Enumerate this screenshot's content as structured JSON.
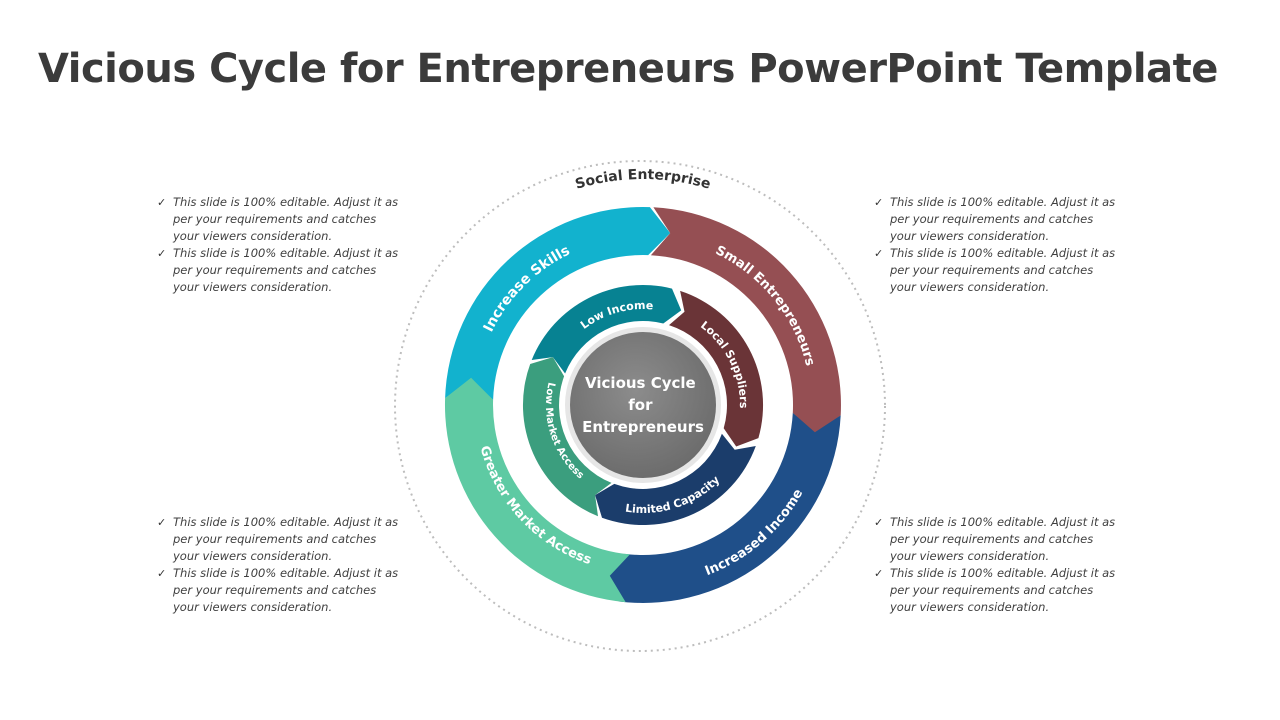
{
  "title": "Vicious Cycle for Entrepreneurs PowerPoint Template",
  "diagram": {
    "outer_ring_label": "Social Enterprise",
    "center_label_lines": [
      "Vicious Cycle",
      "for",
      "Entrepreneurs"
    ],
    "outer_segments": [
      {
        "label": "Increase Skills",
        "color": "#12B2CE"
      },
      {
        "label": "Small Entrepreneurs",
        "color": "#954F53"
      },
      {
        "label": "Increased Income",
        "color": "#1F4F89"
      },
      {
        "label": "Greater Market Access",
        "color": "#5ECAA3"
      }
    ],
    "inner_segments": [
      {
        "label": "Low Income",
        "color": "#078292"
      },
      {
        "label": "Local Suppliers",
        "color": "#6A3437"
      },
      {
        "label": "Limited Capacity",
        "color": "#1B3D6B"
      },
      {
        "label": "Low Market Access",
        "color": "#3B9E7E"
      }
    ],
    "center_color": "#7a7a7a"
  },
  "notes": {
    "top_left": [
      "This slide is 100% editable. Adjust it as per your requirements and catches your viewers consideration.",
      "This slide is 100% editable. Adjust it as per your requirements and catches your viewers consideration."
    ],
    "top_right": [
      "This slide is 100% editable. Adjust it as per your requirements and catches your viewers consideration.",
      "This slide is 100% editable. Adjust it as per your requirements and catches your viewers consideration."
    ],
    "bottom_left": [
      "This slide is 100% editable. Adjust it as per your requirements and catches your viewers consideration.",
      "This slide is 100% editable. Adjust it as per your requirements and catches your viewers consideration."
    ],
    "bottom_right": [
      "This slide is 100% editable. Adjust it as per your requirements and catches your viewers consideration.",
      "This slide is 100% editable. Adjust it as per your requirements and catches your viewers consideration."
    ]
  }
}
